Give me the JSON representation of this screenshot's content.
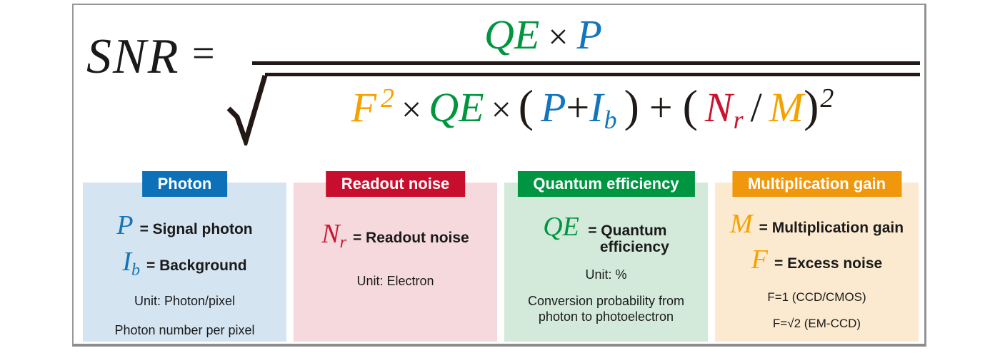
{
  "formula": {
    "lhs": "SNR",
    "equals_sign": "=",
    "numerator": {
      "qe": "QE",
      "times": "×",
      "p": "P"
    },
    "denominator": {
      "f": "F",
      "f_exponent": "2",
      "times_1": "×",
      "qe": "QE",
      "times_2": "×",
      "paren_open_1": "(",
      "p": "P",
      "plus_inner": "+",
      "i": "I",
      "i_sub": "b",
      "paren_close_1": ")",
      "plus": "+",
      "paren_open_2": "(",
      "n": "N",
      "n_sub": "r",
      "slash": "/",
      "m": "M",
      "paren_close_2": ")",
      "exponent": "2"
    }
  },
  "legend": [
    {
      "title": "Photon",
      "entries": [
        {
          "symbol": "P",
          "subscript": "",
          "definition": "= Signal photon"
        },
        {
          "symbol": "I",
          "subscript": "b",
          "definition": "= Background"
        }
      ],
      "notes": [
        "Unit: Photon/pixel",
        "Photon number per pixel"
      ]
    },
    {
      "title": "Readout noise",
      "entries": [
        {
          "symbol": "N",
          "subscript": "r",
          "definition": "= Readout noise"
        }
      ],
      "notes": [
        "Unit: Electron"
      ]
    },
    {
      "title": "Quantum efficiency",
      "entries": [
        {
          "symbol": "QE",
          "subscript": "",
          "definition": "= Quantum",
          "definition_line2": "efficiency"
        }
      ],
      "notes": [
        "Unit: %",
        "Conversion probability from\nphoton to photoelectron"
      ]
    },
    {
      "title": "Multiplication gain",
      "entries": [
        {
          "symbol": "M",
          "subscript": "",
          "definition": "= Multiplication gain"
        },
        {
          "symbol": "F",
          "subscript": "",
          "definition": "= Excess noise"
        }
      ],
      "notes": [
        "F=1 (CCD/CMOS)",
        "F=√2 (EM-CCD)"
      ]
    }
  ],
  "colors": {
    "green": "#009640",
    "blue": "#1375BC",
    "orange": "#F5A200",
    "red": "#C9152F",
    "header-blue": "#0C71B8",
    "header-red": "#C80E2E",
    "header-green": "#009540",
    "header-orange": "#F0970C",
    "tint-blue": "#D4E4F1",
    "tint-pink": "#F5D9DD",
    "tint-green": "#D3EADB",
    "tint-orange": "#FBEAD0",
    "line": "#231815"
  }
}
